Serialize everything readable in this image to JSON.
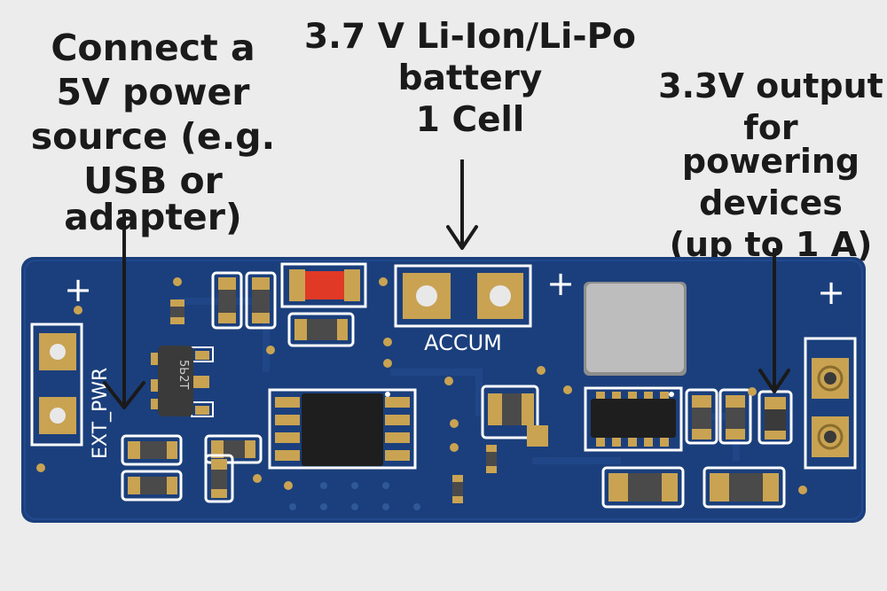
{
  "annotations": {
    "input": [
      "Connect a",
      "5V power",
      "source (e.g.",
      "USB or adapter)"
    ],
    "battery": [
      "3.7 V Li-Ion/Li-Po",
      "battery",
      "1 Cell"
    ],
    "output": [
      "3.3V output",
      "for powering",
      "devices",
      "(up to 1 A)"
    ]
  },
  "silkscreen": {
    "ext_pwr": "EXT_PWR",
    "accum": "ACCUM",
    "plus": "+",
    "chip_marking": "5Ь2Т"
  },
  "colors": {
    "board": "#1b3f7c",
    "copper_pad": "#c9a352",
    "led": "#e03a26",
    "inductor": "#b9b9b9",
    "ic": "#1e1e1e",
    "silkscreen": "#ffffff",
    "text": "#1a1a1a"
  }
}
